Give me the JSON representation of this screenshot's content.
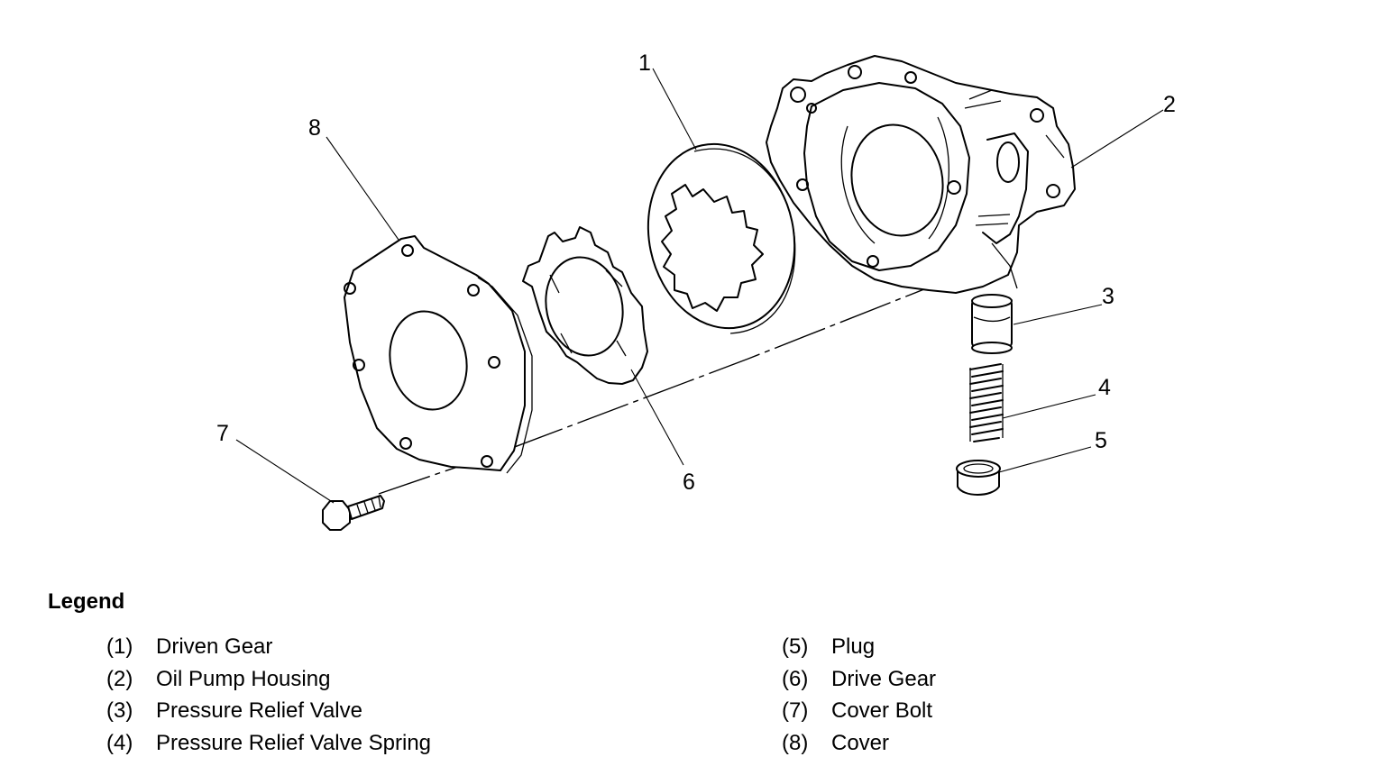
{
  "callouts": [
    "1",
    "2",
    "3",
    "4",
    "5",
    "6",
    "7",
    "8"
  ],
  "legend": {
    "title": "Legend",
    "items": [
      {
        "num": "(1)",
        "label": "Driven Gear"
      },
      {
        "num": "(2)",
        "label": "Oil Pump Housing"
      },
      {
        "num": "(3)",
        "label": "Pressure Relief Valve"
      },
      {
        "num": "(4)",
        "label": "Pressure Relief Valve Spring"
      },
      {
        "num": "(5)",
        "label": "Plug"
      },
      {
        "num": "(6)",
        "label": "Drive Gear"
      },
      {
        "num": "(7)",
        "label": "Cover Bolt"
      },
      {
        "num": "(8)",
        "label": "Cover"
      }
    ]
  }
}
